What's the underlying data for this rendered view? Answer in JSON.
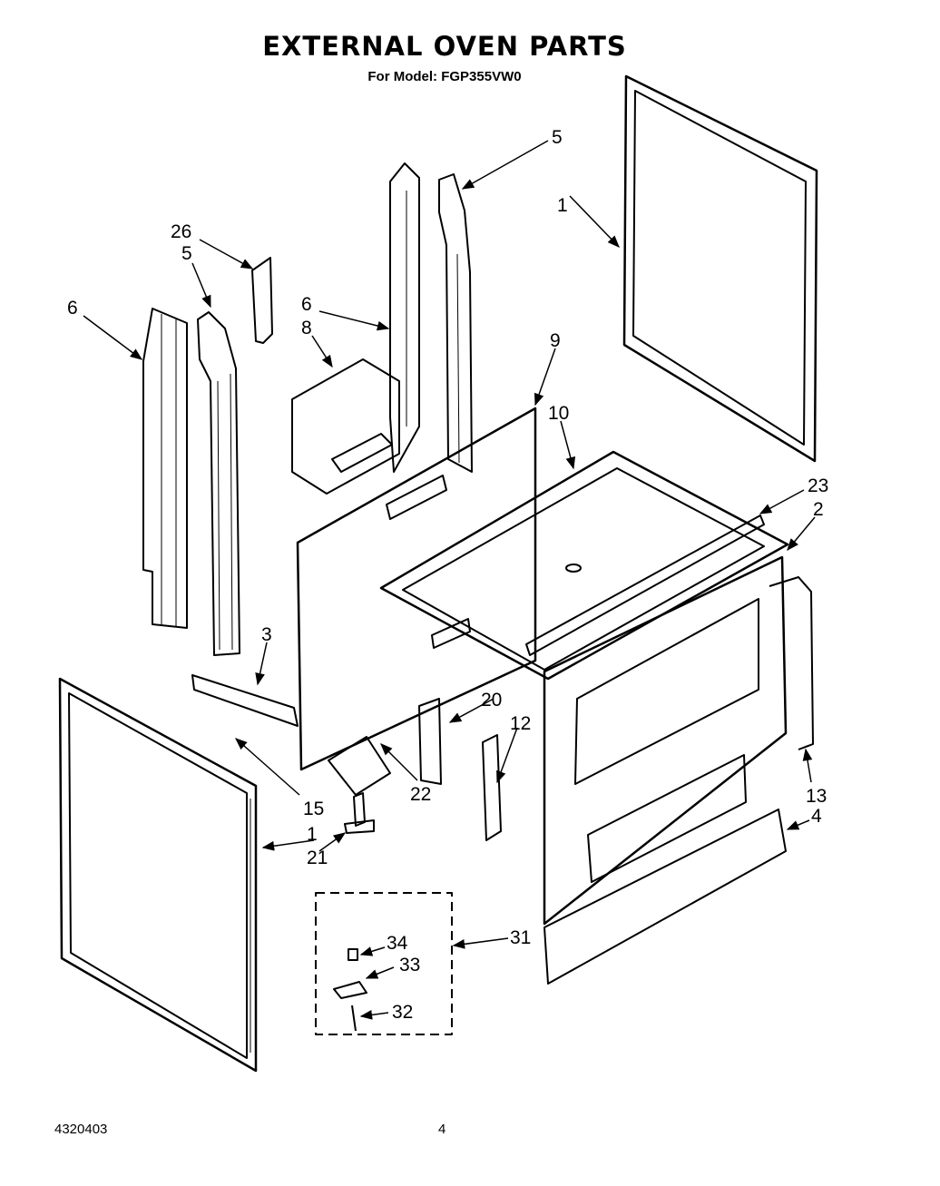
{
  "header": {
    "title": "EXTERNAL OVEN PARTS",
    "subtitle": "For Model: FGP355VW0"
  },
  "footer": {
    "doc_number": "4320403",
    "page_number": "4"
  },
  "callouts": {
    "c1a": "1",
    "c1b": "1",
    "c2": "2",
    "c3": "3",
    "c4": "4",
    "c5a": "5",
    "c5b": "5",
    "c6a": "6",
    "c6b": "6",
    "c8": "8",
    "c9": "9",
    "c10": "10",
    "c12": "12",
    "c13": "13",
    "c15": "15",
    "c20": "20",
    "c21": "21",
    "c22": "22",
    "c23": "23",
    "c26": "26",
    "c31": "31",
    "c32": "32",
    "c33": "33",
    "c34": "34"
  }
}
